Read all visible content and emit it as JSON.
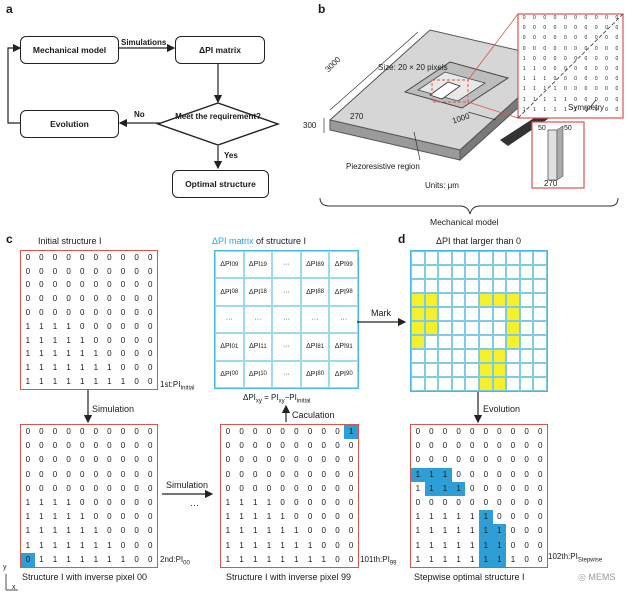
{
  "labels": {
    "a": "a",
    "b": "b",
    "c": "c",
    "d": "d"
  },
  "flowchart": {
    "mechanical_model": "Mechanical model",
    "simulations": "Simulations",
    "dpi_matrix": "ΔPI matrix",
    "decision": "Meet the requirement?",
    "no": "No",
    "yes": "Yes",
    "evolution": "Evolution",
    "optimal": "Optimal structure"
  },
  "model": {
    "size": "Size: 20 × 20 pixels",
    "dim_3000": "3000",
    "dim_300": "300",
    "dim_270": "270",
    "dim_1000": "1000",
    "piezo": "Piezoresistive region",
    "units": "Units: μm",
    "symmetry": "Symmetry",
    "dim_50a": "50",
    "dim_50b": "50",
    "dim_270b": "270",
    "caption": "Mechanical model"
  },
  "panel_c": {
    "initial_title": "Initial structure I",
    "first_label": "1st:PI",
    "first_sub": "Initial",
    "simulation_down": "Simulation",
    "simulation_right": "Simulation",
    "ellipsis": "···",
    "second_label": "2nd:PI",
    "second_sub": "00",
    "caption_left": "Structure I with inverse pixel 00",
    "pi_title_blue": "ΔPI matrix",
    "pi_title_rest": " of structure I",
    "formula_lhs": "ΔPI",
    "formula_lhs_sub": "xy",
    "formula_mid": " = PI",
    "formula_mid_sub": "xy",
    "formula_rhs": "−PI",
    "formula_rhs_sub": "initial",
    "caculation": "Caculation",
    "mark": "Mark",
    "third_label": "101th:PI",
    "third_sub": "99",
    "caption_mid": "Structure I with inverse pixel 99",
    "axis_y": "y",
    "axis_x": "x"
  },
  "pi_matrix": [
    [
      "ΔPI_09",
      "ΔPI_19",
      "···",
      "ΔPI_89",
      "ΔPI_99"
    ],
    [
      "ΔPI_08",
      "ΔPI_18",
      "···",
      "ΔPI_88",
      "ΔPI_98"
    ],
    [
      "···",
      "···",
      "···",
      "···",
      "···"
    ],
    [
      "ΔPI_01",
      "ΔPI_11",
      "···",
      "ΔPI_81",
      "ΔPI_91"
    ],
    [
      "ΔPI_00",
      "ΔPI_10",
      "···",
      "ΔPI_80",
      "ΔPI_90"
    ]
  ],
  "panel_d": {
    "title": "ΔPI that larger than 0",
    "evolution": "Evolution",
    "fourth_label": "102th:PI",
    "fourth_sub": "Stepwise",
    "caption": "Stepwise optimal structure I",
    "watermark": "MEMS"
  },
  "grids": {
    "initial": [
      "0000000000",
      "0000000000",
      "0000000000",
      "0000000000",
      "0000000000",
      "1111000000",
      "1111100000",
      "1111110000",
      "1111111000",
      "1111111100"
    ],
    "inv00": [
      "0000000000",
      "0000000000",
      "0000000000",
      "0000000000",
      "0000000000",
      "1111000000",
      "1111100000",
      "1111110000",
      "1111111000",
      "0111111100"
    ],
    "inv99": [
      "0000000001",
      "0000000000",
      "0000000000",
      "0000000000",
      "0000000000",
      "1111000000",
      "1111100000",
      "1111110000",
      "1111111000",
      "1111111100"
    ],
    "stepwise": [
      "0000000000",
      "0000000000",
      "0000000000",
      "1110000000",
      "1111000000",
      "0000000000",
      "1111110000",
      "1111111000",
      "1111111000",
      "1111111100"
    ]
  },
  "colors": {
    "grid_border": "#d9534f",
    "highlight": "#2e9fd6",
    "yellow": "#f6f02b",
    "cyan": "#48b8e0"
  }
}
